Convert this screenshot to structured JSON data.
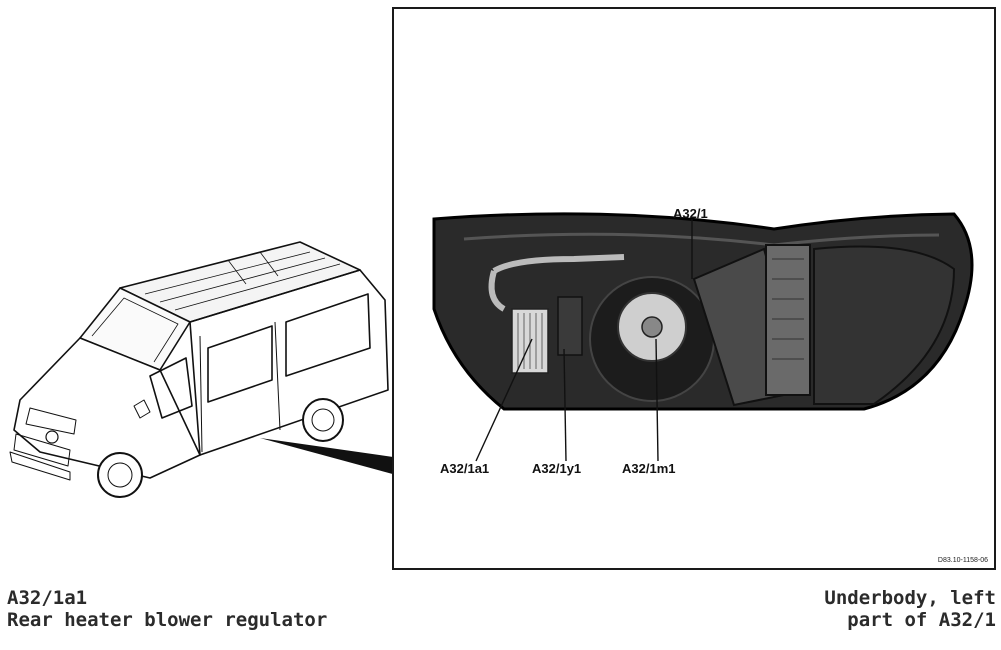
{
  "callouts": {
    "assembly": "A32/1",
    "regulator": "A32/1a1",
    "actuator": "A32/1y1",
    "motor": "A32/1m1"
  },
  "figure_code": "D83.10-1158-06",
  "caption_left": {
    "code": "A32/1a1",
    "name": "Rear heater blower regulator"
  },
  "caption_right": {
    "line1": "Underbody, left",
    "line2": "part of A32/1"
  }
}
